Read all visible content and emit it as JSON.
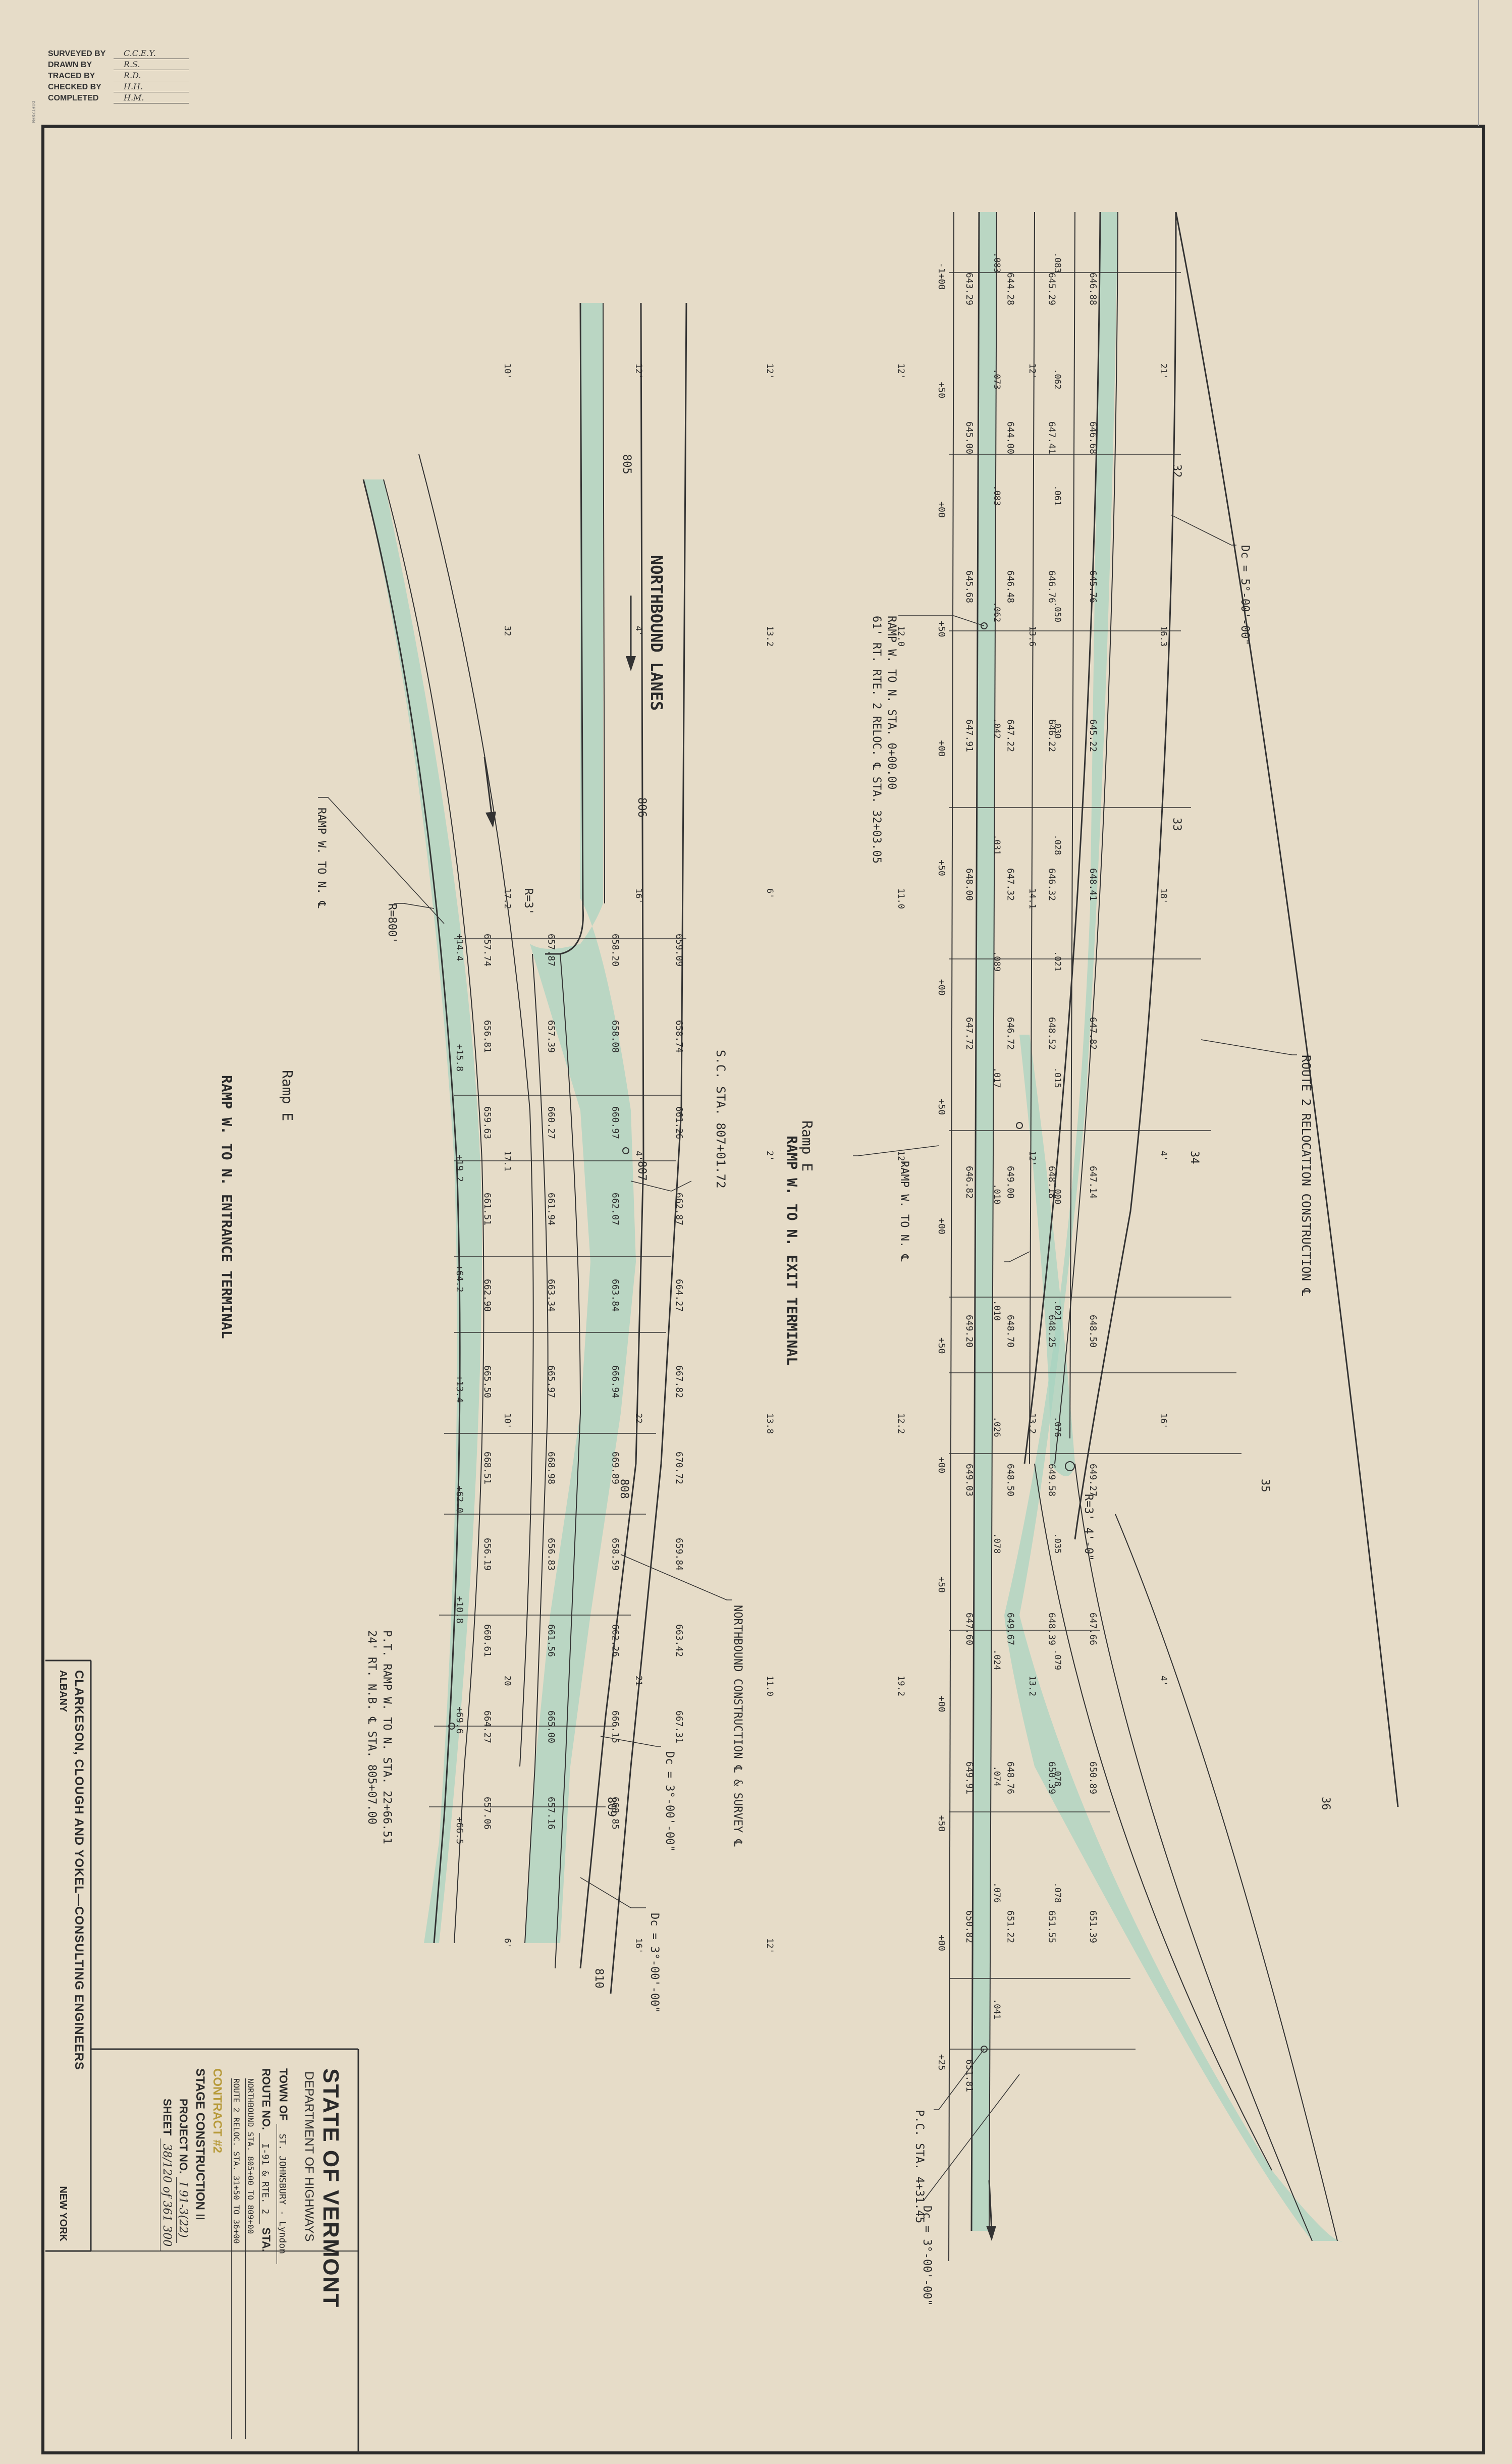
{
  "survey_block": [
    {
      "label": "SURVEYED BY",
      "value": "C.C.E.Y."
    },
    {
      "label": "DRAWN BY",
      "value": "R.S."
    },
    {
      "label": "TRACED BY",
      "value": "R.D."
    },
    {
      "label": "CHECKED BY",
      "value": "H.H."
    },
    {
      "label": "COMPLETED",
      "value": "H.M."
    }
  ],
  "title_block": {
    "state": "STATE OF VERMONT",
    "department": "DEPARTMENT OF HIGHWAYS",
    "town_label": "TOWN OF",
    "town_value": "ST. JOHNSBURY - Lyndon",
    "route_label": "ROUTE NO.",
    "route_value": "I-91 & RTE. 2",
    "sta_label": "STA.",
    "sta_line1": "NORTHBOUND STA. 805+00 TO 809+00",
    "sta_line2": "ROUTE 2 RELOC. STA. 31+50 TO 36+00",
    "contract": "CONTRACT #2",
    "stage": "STAGE CONSTRUCTION",
    "stage_no": "II",
    "project_label": "PROJECT NO.",
    "project_value": "I 91-3(22)",
    "sheet_label": "SHEET",
    "sheet_value": "38/120 of 361 300"
  },
  "engineers": {
    "name": "CLARKESON, CLOUGH AND YOKEL—CONSULTING ENGINEERS",
    "city_left": "ALBANY",
    "city_right": "NEW YORK"
  },
  "labels": {
    "northbound_lanes": "NORTHBOUND LANES",
    "entrance_terminal": "RAMP W. TO N. ENTRANCE TERMINAL",
    "exit_terminal": "RAMP W. TO N. EXIT TERMINAL",
    "route2_reloc": "ROUTE 2 RELOCATION CONSTRUCTION ℄",
    "nb_construction": "NORTHBOUND CONSTRUCTION ℄ & SURVEY ℄",
    "ramp_w_to_n_cl_left": "RAMP W. TO N. ℄",
    "ramp_w_to_n_cl_right": "RAMP W. TO N. ℄",
    "sc_sta": "S.C. STA. 807+01.72",
    "pt_ramp_1": "P.T. RAMP W. TO N. STA. 22+66.51",
    "pt_ramp_2": "24' RT. N.B. ℄ STA. 805+07.00",
    "ramp_sta_1": "RAMP W. TO N. STA. 0+00.00",
    "ramp_sta_2": "61' RT. RTE. 2 RELOC. ℄ STA. 32+03.05",
    "pc_sta": "P.C. STA. 4+31.45",
    "dc_top": "Dc = 5°-00'-00\"",
    "dc_mid": "Dc = 3°-00'-00\"",
    "dc_bottom": "Dc = 3°-00'-00\"",
    "dc_right": "Dc = 3°-00'-00\"",
    "r_800": "R=800'",
    "r_3_left": "R=3'",
    "r_3_right": "R=3' 4'-0\"",
    "ramp_e": "Ramp E",
    "ramp_e2": "Ramp E",
    "sta_805": "805",
    "sta_806": "806",
    "sta_807": "807",
    "sta_808": "808",
    "sta_809": "809",
    "sta_810": "810",
    "sta_32": "32",
    "sta_33": "33",
    "sta_34": "34",
    "sta_35": "35",
    "sta_36": "36"
  },
  "left_elevations": [
    "657.74",
    "657.87",
    "658.20",
    "659.09",
    "656.81",
    "657.39",
    "658.08",
    "658.74",
    "659.63",
    "660.27",
    "660.97",
    "661.26",
    "661.51",
    "661.94",
    "662.07",
    "662.87",
    "662.90",
    "663.34",
    "663.84",
    "664.27",
    "665.50",
    "665.97",
    "666.94",
    "667.82",
    "668.51",
    "668.98",
    "669.89",
    "670.72",
    "656.19",
    "656.83",
    "658.59",
    "659.84",
    "660.61",
    "661.56",
    "662.26",
    "663.42",
    "664.27",
    "665.00",
    "666.15",
    "667.31",
    "657.06",
    "657.16",
    "668.85"
  ],
  "right_elevations": [
    "643.29",
    "644.28",
    "645.29",
    "646.88",
    "645.00",
    "644.00",
    "647.41",
    "646.68",
    "645.68",
    "646.48",
    "646.76",
    "645.76",
    "647.91",
    "647.22",
    "646.22",
    "645.22",
    "648.00",
    "647.32",
    "646.32",
    "648.41",
    "647.72",
    "646.72",
    "648.52",
    "647.82",
    "646.82",
    "649.00",
    "648.18",
    "647.14",
    "649.20",
    "648.70",
    "648.25",
    "648.50",
    "649.03",
    "648.50",
    "649.58",
    "649.27",
    "647.60",
    "649.67",
    "648.39",
    "647.66",
    "649.91",
    "648.76",
    "650.39",
    "650.89",
    "650.82",
    "651.22",
    "651.55",
    "651.39",
    "651.81"
  ],
  "offsets_right": [
    "-1+00",
    "+50",
    "+00",
    "+50",
    "+00",
    "+50",
    "+00",
    "+50",
    "+00",
    "+50",
    "+00",
    "+50",
    "+00",
    "+50",
    "+00",
    "+25"
  ],
  "offsets_left": [
    "+14.4",
    "+15.8",
    "+19.2",
    "+64.2",
    "+13.4",
    "+62.0",
    "+10.8",
    "+69.6",
    "+66.5"
  ],
  "grades": [
    ".083",
    ".083",
    ".073",
    ".062",
    ".083",
    ".061",
    ".062",
    ".050",
    ".042",
    ".030",
    ".031",
    ".028",
    ".089",
    ".021",
    ".017",
    ".015",
    ".010",
    ".000",
    ".010",
    ".021",
    ".026",
    ".076",
    ".078",
    ".035",
    ".024",
    ".079",
    ".074",
    ".078",
    ".076",
    ".078",
    ".041"
  ],
  "widths": [
    "10'",
    "12'",
    "12'",
    "12'",
    "12'",
    "21'",
    "32",
    "4'",
    "13.2",
    "12.0",
    "13.6",
    "16.3",
    "17.2",
    "16'",
    "6'",
    "11.0",
    "14.1",
    "18'",
    "17.1",
    "4'",
    "2'",
    "12'",
    "12'",
    "4'",
    "10'",
    "22",
    "13.8",
    "12.2",
    "13.2",
    "16'",
    "20",
    "21",
    "11.0",
    "19.2",
    "13.2",
    "4'",
    "6'",
    "16'",
    "12'"
  ]
}
